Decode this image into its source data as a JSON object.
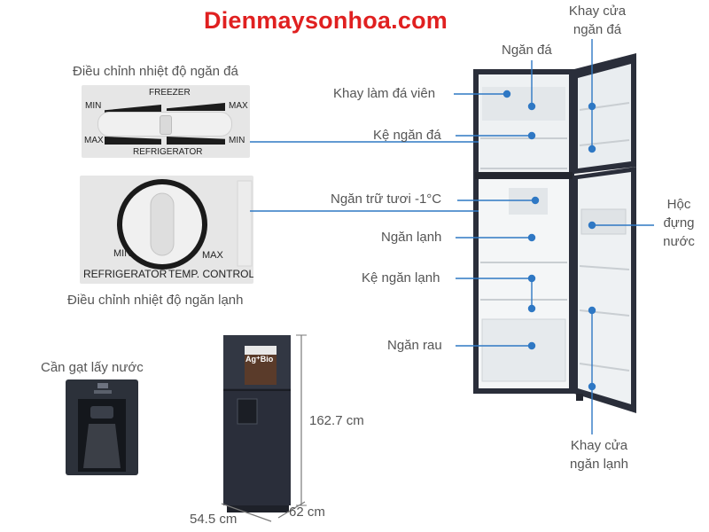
{
  "site": {
    "title": "Dienmaysonhoa.com"
  },
  "freezer_control": {
    "title": "Điều chỉnh nhiệt độ ngăn đá",
    "freezer_label": "FREEZER",
    "refrigerator_label": "REFRIGERATOR",
    "min": "MIN",
    "max": "MAX"
  },
  "fridge_control": {
    "title": "Điều chỉnh nhiệt độ ngăn lạnh",
    "min": "MIN",
    "max": "MAX",
    "refrigerator_label": "REFRIGERATOR",
    "temp_label": "TEMP. CONTROL"
  },
  "dispenser": {
    "title": "Cần gạt lấy nước"
  },
  "dimensions": {
    "height": "162.7 cm",
    "width": "54.5 cm",
    "depth": "62 cm"
  },
  "product_badge": {
    "text": "Ag⁺Bio"
  },
  "callouts": {
    "ngan_da": "Ngăn đá",
    "khay_lam_da": "Khay làm đá viên",
    "ke_ngan_da": "Kệ ngăn đá",
    "ngan_tru_tuoi": "Ngăn trữ tươi -1°C",
    "ngan_lanh": "Ngăn lạnh",
    "ke_ngan_lanh": "Kệ ngăn lạnh",
    "ngan_rau": "Ngăn rau",
    "khay_cua_ngan_da": [
      "Khay cửa",
      "ngăn đá"
    ],
    "hoc_dung_nuoc": [
      "Hộc",
      "đựng",
      "nước"
    ],
    "khay_cua_ngan_lanh": [
      "Khay cửa",
      "ngăn lạnh"
    ]
  },
  "colors": {
    "title": "#e02020",
    "callout_line": "#2f78c4",
    "fridge_body": "#2a2e3a"
  }
}
